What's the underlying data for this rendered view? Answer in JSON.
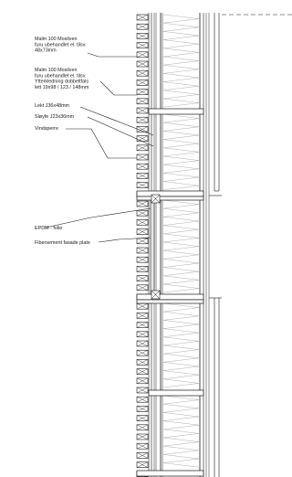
{
  "drawing": {
    "labels": [
      {
        "id": "cladding-boards",
        "lines": [
          "Malm 100 Mosilven",
          "furu ubehandlet el. tilsv.",
          "48x73mm"
        ]
      },
      {
        "id": "exterior-cladding",
        "lines": [
          "Malm 100 Mosilven",
          "furu ubehandlet el. tilsv.",
          "Ytterkledning dobbeltfals",
          "lett 19x98 / 123 / 148mm"
        ]
      },
      {
        "id": "batten",
        "lines": [
          "Lekt J36x48mm"
        ]
      },
      {
        "id": "counter-batten",
        "lines": [
          "Sløyfe J23x36mm"
        ]
      },
      {
        "id": "wind-barrier",
        "lines": [
          "Vindsperre"
        ]
      },
      {
        "id": "epdm",
        "lines": [
          "EPDM - folie"
        ]
      },
      {
        "id": "fibre-cement",
        "lines": [
          "Fibersement fasade plate"
        ]
      }
    ]
  },
  "colors": {
    "line": "#1a1a1a",
    "insulation": "#9a9a9a",
    "plate": "#e6e6e6"
  }
}
